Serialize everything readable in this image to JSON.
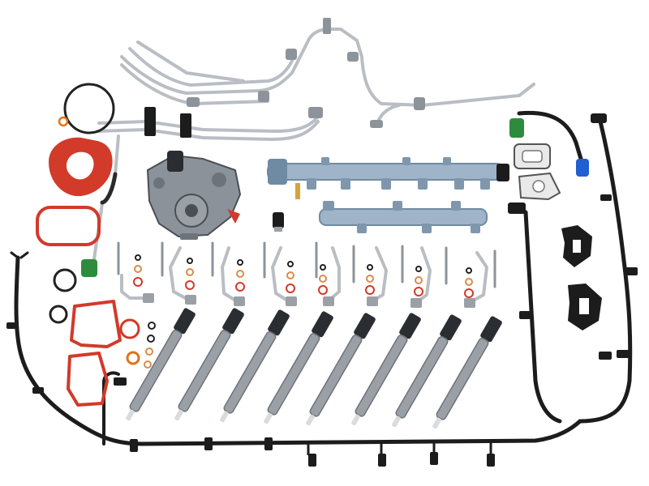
{
  "image": {
    "subject": "diesel-fuel-system-kit",
    "background_color": "#ffffff"
  },
  "components": {
    "injector_count": 8,
    "injector_line_count": 8,
    "injector_bolt_count": 9,
    "fuel_rail_count": 2,
    "high_pressure_pump_count": 1,
    "pressure_sensor_count": 1,
    "return_hose_count": 2,
    "gasket_count": 4,
    "bracket_count": 2
  },
  "colors": {
    "steel": "#b9bec4",
    "steel_dark": "#7d848c",
    "rail_blue": "#9fb4c8",
    "rail_blue_dark": "#6f8aa3",
    "injector_body": "#9aa0a6",
    "injector_tip": "#d9dcdf",
    "hose_black": "#1c1c1c",
    "gasket_red": "#d23a2a",
    "connector_green": "#2e8b3e",
    "connector_blue": "#1f5fd0",
    "copper": "#d98c4a",
    "orange_ring": "#e0731c",
    "black_ring": "#222222",
    "pump_body": "#8c9299",
    "pump_dark": "#4a4f55"
  }
}
